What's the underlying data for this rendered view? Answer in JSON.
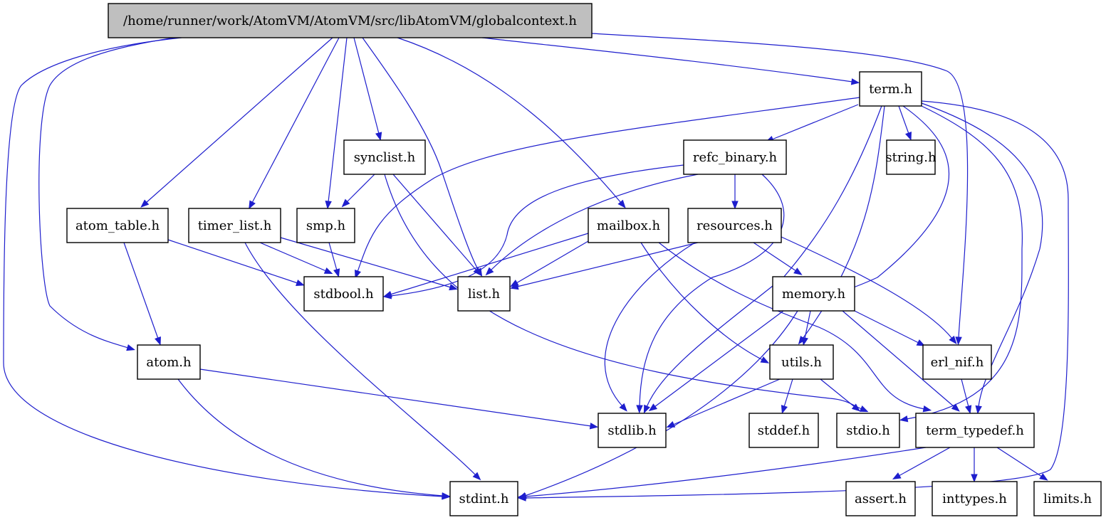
{
  "graph": {
    "nodes": [
      {
        "id": "globalcontext",
        "label": "/home/runner/work/AtomVM/AtomVM/src/libAtomVM/globalcontext.h",
        "root": true
      },
      {
        "id": "term",
        "label": "term.h"
      },
      {
        "id": "synclist",
        "label": "synclist.h"
      },
      {
        "id": "refc_binary",
        "label": "refc_binary.h"
      },
      {
        "id": "string",
        "label": "string.h"
      },
      {
        "id": "atom_table",
        "label": "atom_table.h"
      },
      {
        "id": "timer_list",
        "label": "timer_list.h"
      },
      {
        "id": "smp",
        "label": "smp.h"
      },
      {
        "id": "mailbox",
        "label": "mailbox.h"
      },
      {
        "id": "resources",
        "label": "resources.h"
      },
      {
        "id": "stdbool",
        "label": "stdbool.h"
      },
      {
        "id": "list",
        "label": "list.h"
      },
      {
        "id": "memory",
        "label": "memory.h"
      },
      {
        "id": "atom",
        "label": "atom.h"
      },
      {
        "id": "utils",
        "label": "utils.h"
      },
      {
        "id": "erl_nif",
        "label": "erl_nif.h"
      },
      {
        "id": "stdlib",
        "label": "stdlib.h"
      },
      {
        "id": "stddef",
        "label": "stddef.h"
      },
      {
        "id": "stdio",
        "label": "stdio.h"
      },
      {
        "id": "term_typedef",
        "label": "term_typedef.h"
      },
      {
        "id": "stdint",
        "label": "stdint.h"
      },
      {
        "id": "assert",
        "label": "assert.h"
      },
      {
        "id": "inttypes",
        "label": "inttypes.h"
      },
      {
        "id": "limits",
        "label": "limits.h"
      }
    ],
    "edges": [
      [
        "globalcontext",
        "term"
      ],
      [
        "globalcontext",
        "erl_nif"
      ],
      [
        "globalcontext",
        "stdint"
      ],
      [
        "globalcontext",
        "atom"
      ],
      [
        "globalcontext",
        "atom_table"
      ],
      [
        "globalcontext",
        "timer_list"
      ],
      [
        "globalcontext",
        "smp"
      ],
      [
        "globalcontext",
        "synclist"
      ],
      [
        "globalcontext",
        "list"
      ],
      [
        "globalcontext",
        "mailbox"
      ],
      [
        "term",
        "refc_binary"
      ],
      [
        "term",
        "string"
      ],
      [
        "term",
        "stdbool"
      ],
      [
        "term",
        "stdlib"
      ],
      [
        "term",
        "utils"
      ],
      [
        "term",
        "memory"
      ],
      [
        "term",
        "stdio"
      ],
      [
        "term",
        "term_typedef"
      ],
      [
        "term",
        "stdint"
      ],
      [
        "synclist",
        "smp"
      ],
      [
        "synclist",
        "list"
      ],
      [
        "synclist",
        "stdio"
      ],
      [
        "refc_binary",
        "resources"
      ],
      [
        "refc_binary",
        "stdbool"
      ],
      [
        "refc_binary",
        "list"
      ],
      [
        "refc_binary",
        "stdlib"
      ],
      [
        "atom_table",
        "stdbool"
      ],
      [
        "atom_table",
        "atom"
      ],
      [
        "timer_list",
        "stdbool"
      ],
      [
        "timer_list",
        "list"
      ],
      [
        "timer_list",
        "stdint"
      ],
      [
        "smp",
        "stdbool"
      ],
      [
        "mailbox",
        "stdbool"
      ],
      [
        "mailbox",
        "list"
      ],
      [
        "mailbox",
        "utils"
      ],
      [
        "mailbox",
        "term_typedef"
      ],
      [
        "resources",
        "list"
      ],
      [
        "resources",
        "stdlib"
      ],
      [
        "resources",
        "memory"
      ],
      [
        "resources",
        "erl_nif"
      ],
      [
        "memory",
        "utils"
      ],
      [
        "memory",
        "erl_nif"
      ],
      [
        "memory",
        "stdlib"
      ],
      [
        "memory",
        "stdint"
      ],
      [
        "memory",
        "term_typedef"
      ],
      [
        "atom",
        "stdlib"
      ],
      [
        "atom",
        "stdint"
      ],
      [
        "utils",
        "stdlib"
      ],
      [
        "utils",
        "stddef"
      ],
      [
        "utils",
        "stdio"
      ],
      [
        "erl_nif",
        "term_typedef"
      ],
      [
        "term_typedef",
        "stdint"
      ],
      [
        "term_typedef",
        "assert"
      ],
      [
        "term_typedef",
        "inttypes"
      ],
      [
        "term_typedef",
        "limits"
      ]
    ]
  }
}
